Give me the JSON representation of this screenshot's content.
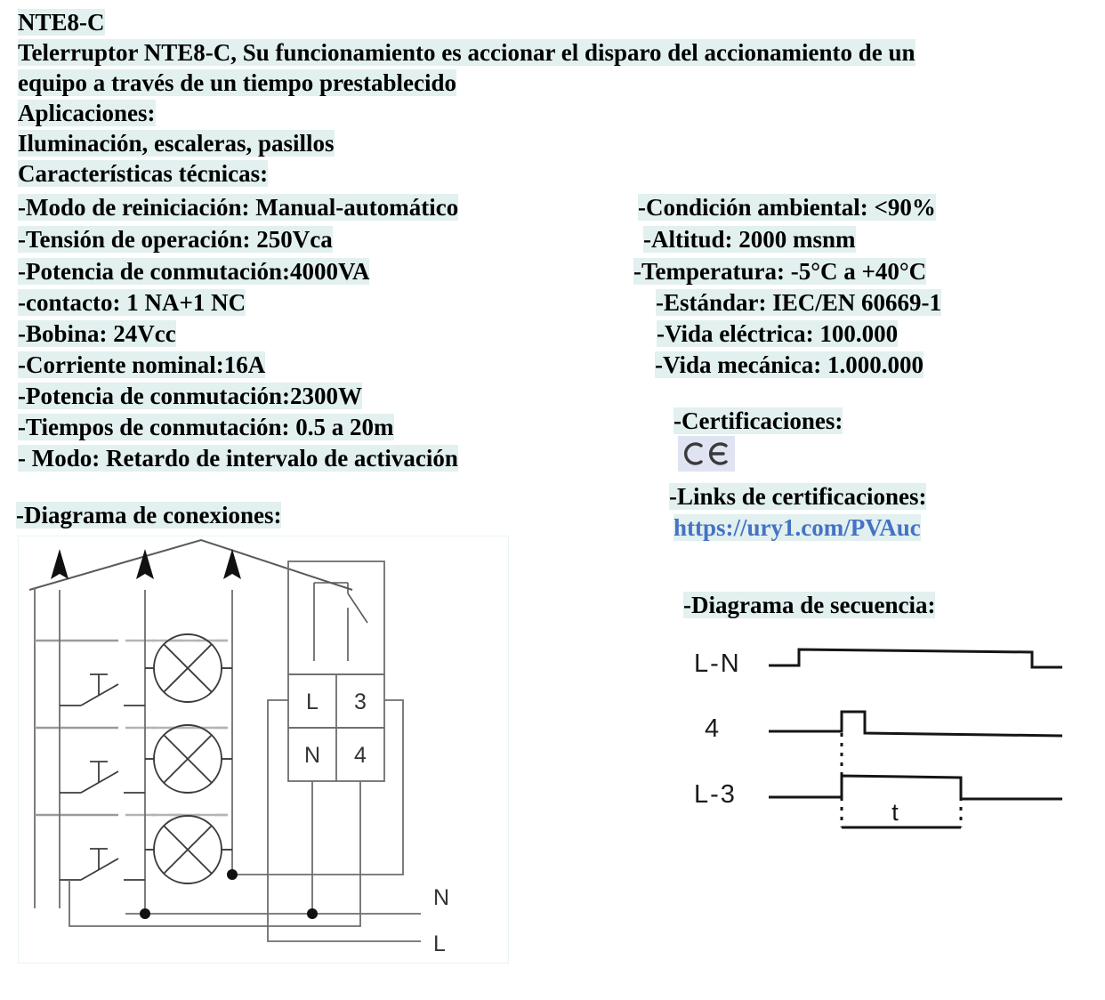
{
  "document": {
    "model": "NTE8-C",
    "description_line1": "Telerruptor NTE8-C, Su funcionamiento es accionar el disparo del accionamiento de un",
    "description_line2": "equipo a través de un tiempo prestablecido",
    "applications_label": "Aplicaciones:",
    "applications_value": "Iluminación, escaleras, pasillos",
    "tech_specs_label": "Características técnicas:"
  },
  "specs_left": [
    "-Modo de reiniciación: Manual-automático",
    "-Tensión de operación: 250Vca",
    "-Potencia de conmutación:4000VA",
    "-contacto: 1 NA+1 NC",
    "-Bobina: 24Vcc",
    "-Corriente nominal:16A",
    "-Potencia de conmutación:2300W",
    "-Tiempos de conmutación: 0.5 a 20m",
    "- Modo: Retardo de intervalo de activación"
  ],
  "specs_right": [
    "-Condición ambiental: <90%",
    "-Altitud: 2000 msnm",
    "-Temperatura: -5°C a +40°C",
    "-Estándar: IEC/EN 60669-1",
    "-Vida eléctrica: 100.000",
    "-Vida mecánica: 1.000.000"
  ],
  "certifications": {
    "label": "-Certificaciones:",
    "mark": "CE",
    "links_label": "-Links de certificaciones:",
    "link_url": "https://ury1.com/PVAuc"
  },
  "wiring_diagram": {
    "label": "-Diagrama de conexiones:",
    "terminals": [
      "L",
      "3",
      "N",
      "4"
    ],
    "rail_neutral": "N",
    "rail_line": "L",
    "lamp_count": 3,
    "switch_count": 3,
    "floor_count": 3
  },
  "sequence_diagram": {
    "label": "-Diagrama de secuencia:",
    "signals": [
      "L-N",
      "4",
      "L-3"
    ],
    "time_label": "t"
  },
  "colors": {
    "highlight": "#e2f0ef",
    "ce_highlight": "#dfe3f2",
    "link": "#4472c4",
    "line": "#2b2b2b"
  }
}
